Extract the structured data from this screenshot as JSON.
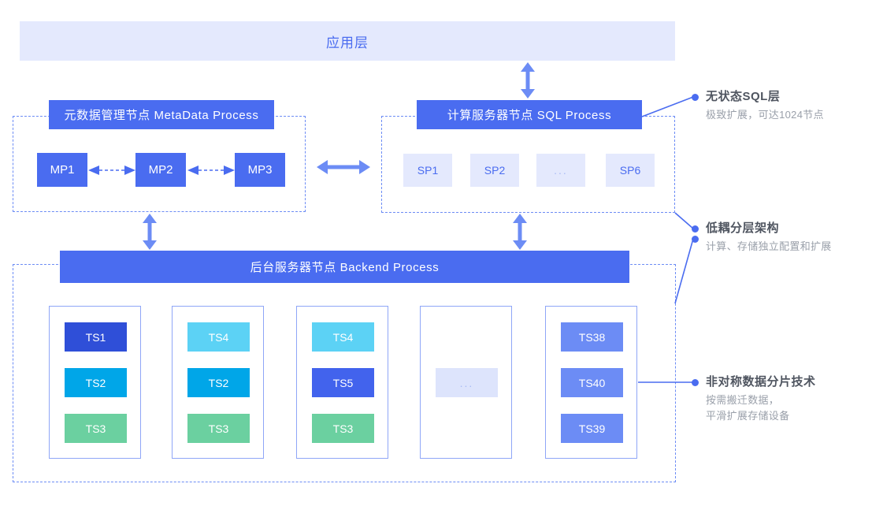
{
  "app_layer": {
    "label": "应用层"
  },
  "meta_section": {
    "header": "元数据管理节点 MetaData Process",
    "nodes": [
      {
        "label": "MP1"
      },
      {
        "label": "MP2"
      },
      {
        "label": "MP3"
      }
    ]
  },
  "sql_section": {
    "header": "计算服务器节点  SQL Process",
    "nodes": [
      {
        "label": "SP1"
      },
      {
        "label": "SP2"
      },
      {
        "label": "..."
      },
      {
        "label": "SP6"
      }
    ]
  },
  "backend_section": {
    "header": "后台服务器节点  Backend Process",
    "groups": [
      {
        "nodes": [
          {
            "label": "TS1",
            "color": "#2f4fd8"
          },
          {
            "label": "TS2",
            "color": "#00a6e8"
          },
          {
            "label": "TS3",
            "color": "#6bd0a0"
          }
        ]
      },
      {
        "nodes": [
          {
            "label": "TS4",
            "color": "#5cd2f5"
          },
          {
            "label": "TS2",
            "color": "#00a6e8"
          },
          {
            "label": "TS3",
            "color": "#6bd0a0"
          }
        ]
      },
      {
        "nodes": [
          {
            "label": "TS4",
            "color": "#5cd2f5"
          },
          {
            "label": "TS5",
            "color": "#4263ed"
          },
          {
            "label": "TS3",
            "color": "#6bd0a0"
          }
        ]
      },
      {
        "nodes": [
          {
            "label": "...",
            "color": "#dde4fc",
            "ellipsis": true
          }
        ]
      },
      {
        "nodes": [
          {
            "label": "TS38",
            "color": "#6c8cf5"
          },
          {
            "label": "TS40",
            "color": "#6c8cf5"
          },
          {
            "label": "TS39",
            "color": "#6c8cf5"
          }
        ]
      }
    ]
  },
  "annotations": [
    {
      "title": "无状态SQL层",
      "sub_lines": [
        "极致扩展，可达1024节点"
      ]
    },
    {
      "title": "低耦分层架构",
      "sub_lines": [
        "计算、存储独立配置和扩展"
      ]
    },
    {
      "title": "非对称数据分片技术",
      "sub_lines": [
        "按需搬迁数据，",
        "平滑扩展存储设备"
      ]
    }
  ],
  "colors": {
    "primary_blue": "#4a6cf0",
    "light_blue": "#e4e9fd",
    "dashed_border": "#6c8cf5",
    "card_border": "#8fa6f7",
    "anno_title": "#4f5560",
    "anno_sub": "#9aa0aa"
  }
}
